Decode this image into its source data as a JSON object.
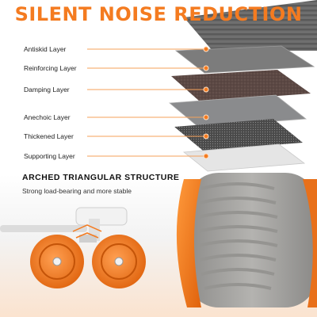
{
  "headline": "SILENT NOISE REDUCTION",
  "layers": [
    {
      "label": "Antiskid Layer"
    },
    {
      "label": "Reinforcing Layer"
    },
    {
      "label": "Damping Layer"
    },
    {
      "label": "Anechoic Layer"
    },
    {
      "label": "Thickened Layer"
    },
    {
      "label": "Supporting Layer"
    }
  ],
  "structure": {
    "title": "ARCHED TRIANGULAR STRUCTURE",
    "description": "Strong load-bearing and more stable"
  },
  "colors": {
    "accent": "#f47b20",
    "wheel_gray": "#a6a5a3",
    "wheel_orange": "#f07a1a"
  }
}
